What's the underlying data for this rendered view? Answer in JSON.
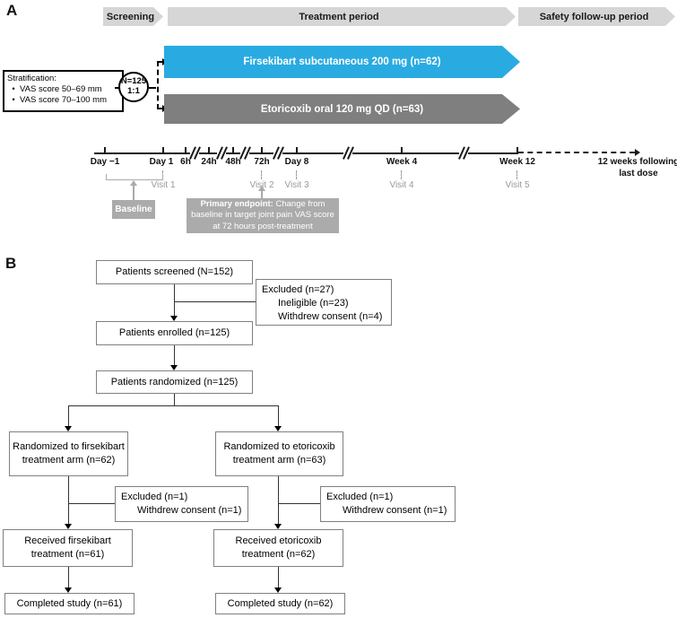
{
  "panelA": {
    "label": "A",
    "phases": [
      "Screening",
      "Treatment period",
      "Safety follow-up period"
    ],
    "stratification": {
      "title": "Stratification:",
      "bullet": "•",
      "items": [
        "VAS score 50–69 mm",
        "VAS score 70–100 mm"
      ]
    },
    "randomization": {
      "n": "N=125",
      "ratio": "1:1"
    },
    "arms": [
      {
        "label": "Firsekibart subcutaneous 200 mg (n=62)",
        "color": "#29ABE2"
      },
      {
        "label": "Etoricoxib oral 120 mg QD (n=63)",
        "color": "#7F7F7F"
      }
    ],
    "timeline": {
      "ticks": [
        "Day −1",
        "Day 1",
        "6h",
        "24h",
        "48h",
        "72h",
        "Day 8",
        "Week 4",
        "Week 12"
      ],
      "end_label": "12 weeks following last dose",
      "visits": [
        "Visit 1",
        "Visit 2",
        "Visit 3",
        "Visit 4",
        "Visit 5"
      ],
      "baseline_label": "Baseline",
      "primary_endpoint_bold": "Primary endpoint:",
      "primary_endpoint_rest": " Change from baseline in target joint pain VAS score at 72 hours post-treatment"
    }
  },
  "panelB": {
    "label": "B",
    "screened": "Patients screened (N=152)",
    "excluded_main": [
      "Excluded (n=27)",
      "Ineligible (n=23)",
      "Withdrew consent (n=4)"
    ],
    "enrolled": "Patients enrolled (n=125)",
    "randomized": "Patients randomized (n=125)",
    "arm_left": "Randomized to firsekibart treatment arm (n=62)",
    "arm_right": "Randomized to etoricoxib treatment arm (n=63)",
    "excluded_left": [
      "Excluded (n=1)",
      "Withdrew consent (n=1)"
    ],
    "excluded_right": [
      "Excluded (n=1)",
      "Withdrew consent (n=1)"
    ],
    "received_left": "Received firsekibart treatment (n=61)",
    "received_right": "Received etoricoxib treatment (n=62)",
    "completed_left": "Completed study (n=61)",
    "completed_right": "Completed study (n=62)"
  }
}
